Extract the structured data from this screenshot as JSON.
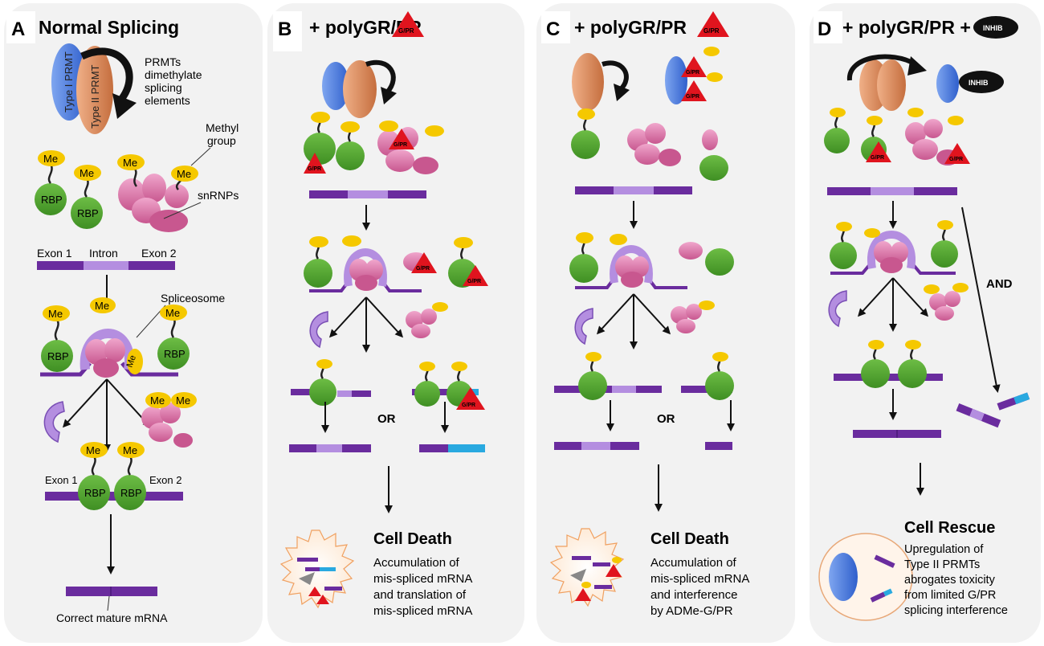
{
  "panels": [
    {
      "letter": "A",
      "title": "Normal Splicing",
      "prmt_type1": "Type I PRMT",
      "prmt_type2": "Type II PRMT",
      "prmt_note": [
        "PRMTs",
        "dimethylate",
        "splicing",
        "elements"
      ],
      "methyl_label": [
        "Methyl",
        "group"
      ],
      "me": "Me",
      "rbp": "RBP",
      "snrnps": "snRNPs",
      "exon1": "Exon 1",
      "intron": "Intron",
      "exon2": "Exon 2",
      "spliceosome": "Spliceosome",
      "mature": "Correct mature mRNA"
    },
    {
      "letter": "B",
      "title": "+ polyGR/PR",
      "gpr": "G/PR",
      "or": "OR",
      "outcome": "Cell Death",
      "desc": [
        "Accumulation of",
        "mis-spliced mRNA",
        "and translation of",
        "mis-spliced mRNA"
      ]
    },
    {
      "letter": "C",
      "title": "+ polyGR/PR",
      "gpr": "G/PR",
      "or": "OR",
      "outcome": "Cell Death",
      "desc": [
        "Accumulation of",
        "mis-spliced mRNA",
        "and interference",
        "by ADMe-G/PR"
      ]
    },
    {
      "letter": "D",
      "title": "+ polyGR/PR +",
      "inhib": "INHIB",
      "gpr": "G/PR",
      "and": "AND",
      "outcome": "Cell Rescue",
      "desc": [
        "Upregulation of",
        "Type II PRMTs",
        "abrogates toxicity",
        "from limited G/PR",
        "splicing interference"
      ]
    }
  ],
  "colors": {
    "panel_bg": "#f2f2f2",
    "rbp_green": "#5aa832",
    "methyl_yellow": "#f5c800",
    "snrnp_pink": "#d9679f",
    "mrna_purple": "#6a2c9e",
    "intron_light": "#b48ee0",
    "exon_cyan": "#29a9e0",
    "type1_blue": "#4a78d8",
    "type2_orange": "#d8885a",
    "gpr_red": "#e0141e"
  }
}
